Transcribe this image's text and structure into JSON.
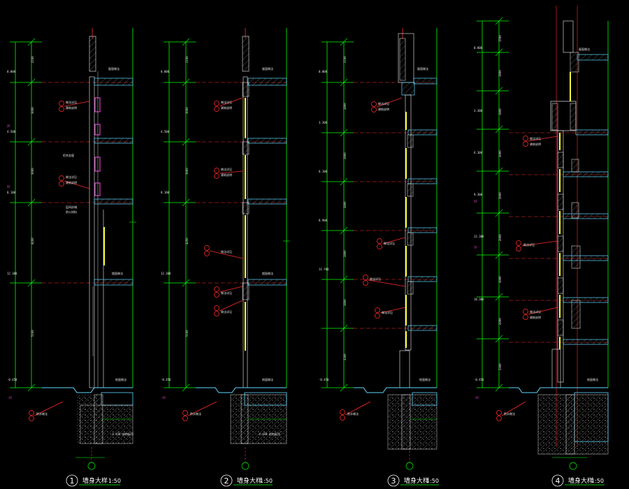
{
  "canvas": {
    "background": "#000000"
  },
  "colors": {
    "dimension": "#00ff00",
    "wall": "#cfcfcf",
    "glass": "#ffff33",
    "cyan": "#5fd7ff",
    "level": "#ff2a2a",
    "magenta": "#ff4df0",
    "text": "#ffffff",
    "hatch": "#8a8a8a"
  },
  "sections": [
    {
      "number": "1",
      "title": "墙身大样",
      "scale": "1:50"
    },
    {
      "number": "2",
      "title": "墙身大样",
      "scale": "1:50"
    },
    {
      "number": "3",
      "title": "墙身大样",
      "scale": "1:50"
    },
    {
      "number": "4",
      "title": "墙身大样",
      "scale": "1:50"
    }
  ]
}
